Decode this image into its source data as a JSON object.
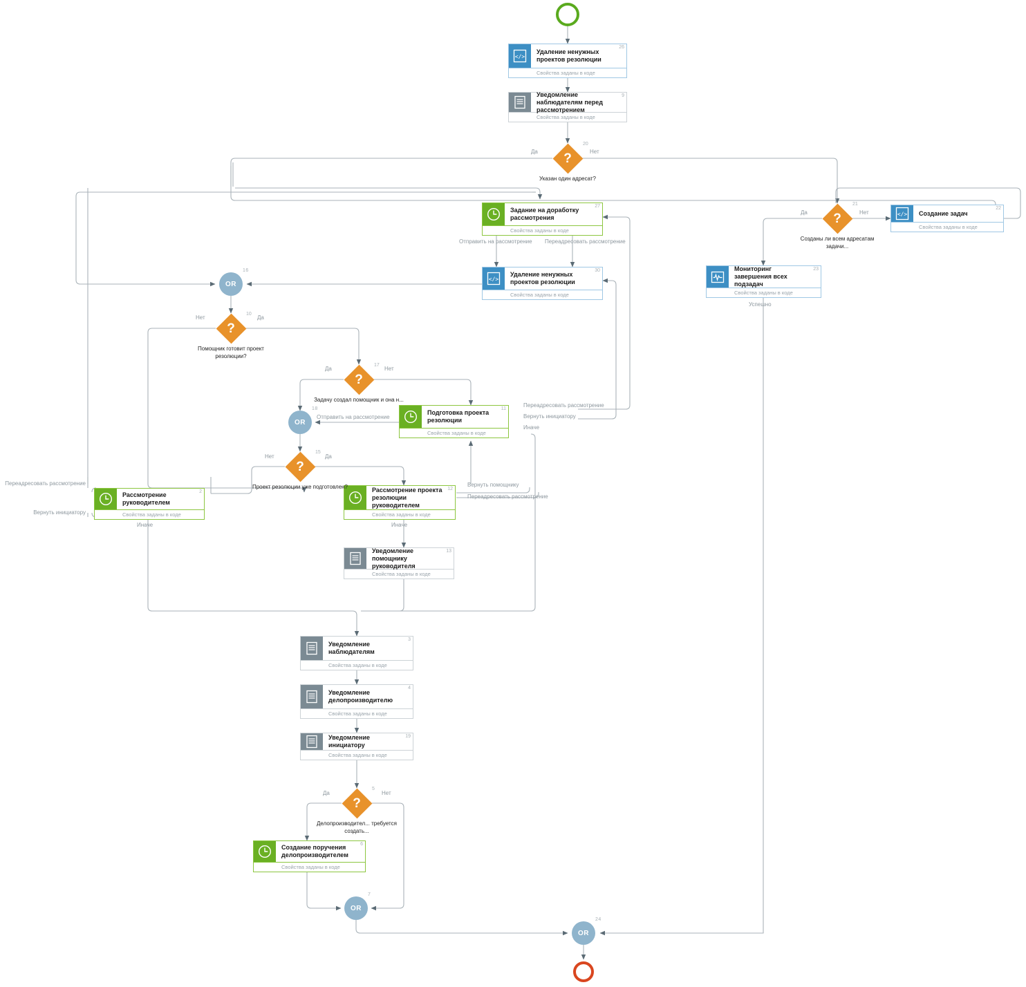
{
  "meta": {
    "diagram_type": "bpmn-workflow",
    "language": "ru",
    "common_footer": "Свойства заданы в коде",
    "colors": {
      "user_task": "#6ab023",
      "script_task": "#3d8fc4",
      "notification_task": "#7b8a93",
      "gateway": "#e8922b",
      "or_gateway": "#8fb4cc",
      "start_event": "#5aaa1e",
      "end_event": "#d9461f",
      "connector": "#8d979e",
      "number_label": "#a8b0b5"
    }
  },
  "events": {
    "start": {
      "name": "start-event"
    },
    "end": {
      "name": "end-event"
    }
  },
  "nodes": [
    {
      "id": "n26",
      "num": "26",
      "type": "script",
      "icon": "code-icon",
      "title": "Удаление ненужных проектов резолюции",
      "footer": "Свойства заданы в коде"
    },
    {
      "id": "n9",
      "num": "9",
      "type": "notification",
      "icon": "document-icon",
      "title": "Уведомление наблюдателям перед рассмотрением",
      "footer": "Свойства заданы в коде"
    },
    {
      "id": "n27",
      "num": "27",
      "type": "user",
      "icon": "clock-icon",
      "title": "Задание на доработку рассмотрения",
      "footer": "Свойства заданы в коде"
    },
    {
      "id": "n30",
      "num": "30",
      "type": "script",
      "icon": "code-icon",
      "title": "Удаление ненужных проектов резолюции",
      "footer": "Свойства заданы в коде"
    },
    {
      "id": "n22",
      "num": "22",
      "type": "script",
      "icon": "code-icon",
      "title": "Создание задач",
      "footer": "Свойства заданы в коде"
    },
    {
      "id": "n23",
      "num": "23",
      "type": "script",
      "icon": "monitor-icon",
      "title": "Мониторинг завершения всех подзадач",
      "footer": "Свойства заданы в коде"
    },
    {
      "id": "n11",
      "num": "11",
      "type": "user",
      "icon": "clock-icon",
      "title": "Подготовка проекта резолюции",
      "footer": "Свойства заданы в коде"
    },
    {
      "id": "n2",
      "num": "2",
      "type": "user",
      "icon": "clock-icon",
      "title": "Рассмотрение руководителем",
      "footer": "Свойства заданы в коде"
    },
    {
      "id": "n12",
      "num": "12",
      "type": "user",
      "icon": "clock-icon",
      "title": "Рассмотрение проекта резолюции руководителем",
      "footer": "Свойства заданы в коде"
    },
    {
      "id": "n13",
      "num": "13",
      "type": "notification",
      "icon": "document-icon",
      "title": "Уведомление помощнику руководителя",
      "footer": "Свойства заданы в коде"
    },
    {
      "id": "n3",
      "num": "3",
      "type": "notification",
      "icon": "document-icon",
      "title": "Уведомление наблюдателям",
      "footer": "Свойства заданы в коде"
    },
    {
      "id": "n4",
      "num": "4",
      "type": "notification",
      "icon": "document-icon",
      "title": "Уведомление делопроизводителю",
      "footer": "Свойства заданы в коде"
    },
    {
      "id": "n19",
      "num": "19",
      "type": "notification",
      "icon": "document-icon",
      "title": "Уведомление инициатору",
      "footer": "Свойства заданы в коде"
    },
    {
      "id": "n6",
      "num": "6",
      "type": "user",
      "icon": "clock-icon",
      "title": "Создание поручения делопроизводителем",
      "footer": "Свойства заданы в коде"
    }
  ],
  "gateways": [
    {
      "id": "g20",
      "num": "20",
      "glyph": "?",
      "label": "Указан один адресат?"
    },
    {
      "id": "g21",
      "num": "21",
      "glyph": "?",
      "label": "Созданы ли всем адресатам задачи..."
    },
    {
      "id": "g10",
      "num": "10",
      "glyph": "?",
      "label": "Помощник готовит проект резолюции?"
    },
    {
      "id": "g17",
      "num": "17",
      "glyph": "?",
      "label": "Задачу создал помощник и она н..."
    },
    {
      "id": "g15",
      "num": "15",
      "glyph": "?",
      "label": "Проект резолюции уже подготовлен?"
    },
    {
      "id": "g5",
      "num": "5",
      "glyph": "?",
      "label": "Делопроизводител... требуется создать..."
    }
  ],
  "or_gateways": [
    {
      "id": "or16",
      "num": "16",
      "label": "OR"
    },
    {
      "id": "or18",
      "num": "18",
      "label": "OR"
    },
    {
      "id": "or7",
      "num": "7",
      "label": "OR"
    },
    {
      "id": "or24",
      "num": "24",
      "label": "OR"
    }
  ],
  "edge_labels": [
    {
      "id": "e1",
      "text": "Да"
    },
    {
      "id": "e2",
      "text": "Нет"
    },
    {
      "id": "e3",
      "text": "Да"
    },
    {
      "id": "e4",
      "text": "Нет"
    },
    {
      "id": "e5",
      "text": "Отправить на рассмотрение"
    },
    {
      "id": "e6",
      "text": "Переадресовать рассмотрение"
    },
    {
      "id": "e7",
      "text": "Успешно"
    },
    {
      "id": "e8",
      "text": "Нет"
    },
    {
      "id": "e9",
      "text": "Да"
    },
    {
      "id": "e10",
      "text": "Да"
    },
    {
      "id": "e11",
      "text": "Нет"
    },
    {
      "id": "e12",
      "text": "Отправить на рассмотрение"
    },
    {
      "id": "e13",
      "text": "Переадресовать рассмотрение"
    },
    {
      "id": "e14",
      "text": "Вернуть инициатору"
    },
    {
      "id": "e15",
      "text": "Иначе"
    },
    {
      "id": "e16",
      "text": "Нет"
    },
    {
      "id": "e17",
      "text": "Да"
    },
    {
      "id": "e18",
      "text": "Переадресовать рассмотрение"
    },
    {
      "id": "e19",
      "text": "Вернуть инициатору"
    },
    {
      "id": "e20",
      "text": "Иначе"
    },
    {
      "id": "e21",
      "text": "Вернуть помощнику"
    },
    {
      "id": "e22",
      "text": "Переадресовать рассмотрение"
    },
    {
      "id": "e23",
      "text": "Иначе"
    },
    {
      "id": "e24",
      "text": "Да"
    },
    {
      "id": "e25",
      "text": "Нет"
    }
  ]
}
